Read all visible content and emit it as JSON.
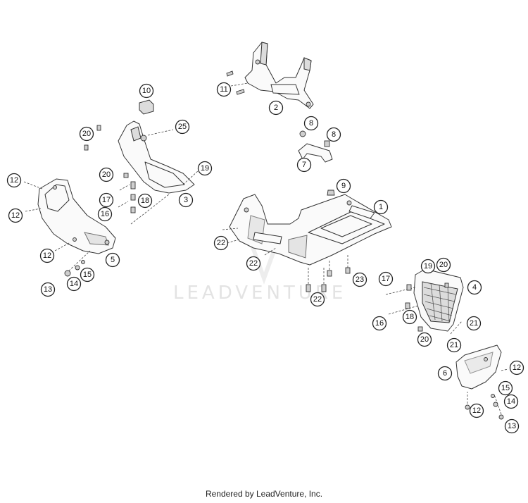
{
  "watermark": "LEADVENTURE",
  "footer": "Rendered by LeadVenture, Inc.",
  "callouts": [
    "1",
    "2",
    "3",
    "4",
    "5",
    "6",
    "7",
    "8",
    "8",
    "9",
    "10",
    "11",
    "12",
    "12",
    "12",
    "12",
    "12",
    "13",
    "13",
    "14",
    "14",
    "15",
    "15",
    "16",
    "16",
    "17",
    "17",
    "18",
    "18",
    "19",
    "19",
    "20",
    "20",
    "20",
    "20",
    "21",
    "21",
    "22",
    "22",
    "22",
    "23",
    "25"
  ]
}
